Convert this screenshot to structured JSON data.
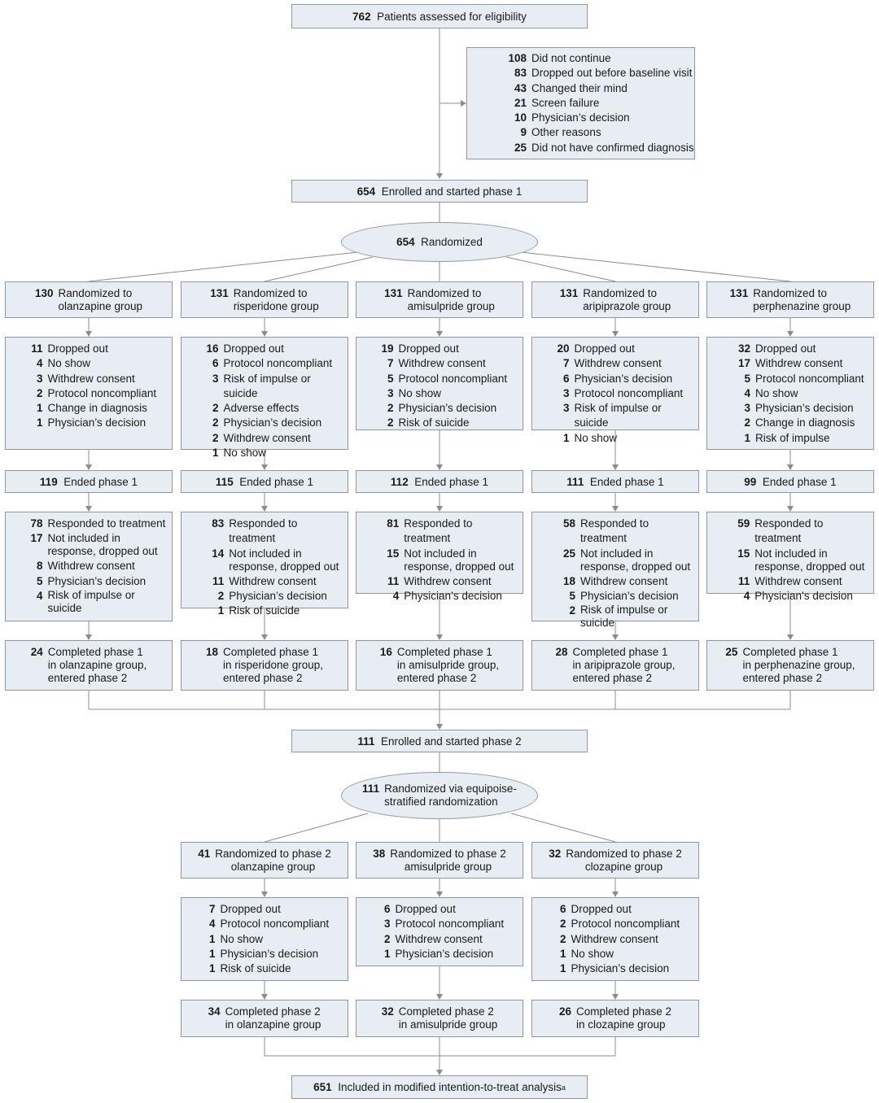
{
  "top": {
    "assessed": {
      "n": "762",
      "text": "Patients assessed for eligibility"
    },
    "exclusion": {
      "rows": [
        {
          "n": "108",
          "text": "Did not continue",
          "level": 0
        },
        {
          "n": "83",
          "text": "Dropped out before baseline visit",
          "level": 1
        },
        {
          "n": "43",
          "text": "Changed their mind",
          "level": 2
        },
        {
          "n": "21",
          "text": "Screen failure",
          "level": 2
        },
        {
          "n": "10",
          "text": "Physician’s decision",
          "level": 2
        },
        {
          "n": "9",
          "text": "Other reasons",
          "level": 2
        },
        {
          "n": "25",
          "text": "Did not have confirmed diagnosis",
          "level": 1
        }
      ]
    },
    "enrolled1": {
      "n": "654",
      "text": "Enrolled and started phase 1"
    },
    "randomized1": {
      "n": "654",
      "text": "Randomized"
    }
  },
  "phase1": {
    "groups": [
      {
        "randomized": {
          "n": "130",
          "l1": "Randomized to",
          "l2": "olanzapine group"
        },
        "dropped": [
          {
            "n": "11",
            "t": "Dropped out",
            "sub": false
          },
          {
            "n": "4",
            "t": "No show",
            "sub": true
          },
          {
            "n": "3",
            "t": "Withdrew consent",
            "sub": true
          },
          {
            "n": "2",
            "t": "Protocol noncompliant",
            "sub": true
          },
          {
            "n": "1",
            "t": "Change in diagnosis",
            "sub": true
          },
          {
            "n": "1",
            "t": "Physician’s decision",
            "sub": true
          }
        ],
        "ended": {
          "n": "119",
          "text": "Ended phase 1"
        },
        "response": [
          {
            "n": "78",
            "t": "Responded to treatment",
            "lvl": 0
          },
          {
            "n": "17",
            "t": "Not included in response, dropped out",
            "lvl": 0
          },
          {
            "n": "8",
            "t": "Withdrew consent",
            "lvl": 1
          },
          {
            "n": "5",
            "t": "Physician’s decision",
            "lvl": 1
          },
          {
            "n": "4",
            "t": "Risk of impulse or suicide",
            "lvl": 1
          }
        ],
        "completed": {
          "n": "24",
          "l1": "Completed phase 1",
          "l2": "in olanzapine group,",
          "l3": "entered phase 2"
        }
      },
      {
        "randomized": {
          "n": "131",
          "l1": "Randomized to",
          "l2": "risperidone group"
        },
        "dropped": [
          {
            "n": "16",
            "t": "Dropped out",
            "sub": false
          },
          {
            "n": "6",
            "t": "Protocol noncompliant",
            "sub": true
          },
          {
            "n": "3",
            "t": "Risk of impulse or suicide",
            "sub": true
          },
          {
            "n": "2",
            "t": "Adverse effects",
            "sub": true
          },
          {
            "n": "2",
            "t": "Physician’s decision",
            "sub": true
          },
          {
            "n": "2",
            "t": "Withdrew consent",
            "sub": true
          },
          {
            "n": "1",
            "t": "No show",
            "sub": true
          }
        ],
        "ended": {
          "n": "115",
          "text": "Ended phase 1"
        },
        "response": [
          {
            "n": "83",
            "t": "Responded to treatment",
            "lvl": 0
          },
          {
            "n": "14",
            "t": "Not included in response, dropped out",
            "lvl": 0
          },
          {
            "n": "11",
            "t": "Withdrew consent",
            "lvl": 1
          },
          {
            "n": "2",
            "t": "Physician’s decision",
            "lvl": 1
          },
          {
            "n": "1",
            "t": "Risk of suicide",
            "lvl": 1
          }
        ],
        "completed": {
          "n": "18",
          "l1": "Completed phase 1",
          "l2": "in risperidone group,",
          "l3": "entered phase 2"
        }
      },
      {
        "randomized": {
          "n": "131",
          "l1": "Randomized to",
          "l2": "amisulpride group"
        },
        "dropped": [
          {
            "n": "19",
            "t": "Dropped out",
            "sub": false
          },
          {
            "n": "7",
            "t": "Withdrew consent",
            "sub": true
          },
          {
            "n": "5",
            "t": "Protocol noncompliant",
            "sub": true
          },
          {
            "n": "3",
            "t": "No show",
            "sub": true
          },
          {
            "n": "2",
            "t": "Physician’s decision",
            "sub": true
          },
          {
            "n": "2",
            "t": "Risk of suicide",
            "sub": true
          }
        ],
        "ended": {
          "n": "112",
          "text": "Ended phase 1"
        },
        "response": [
          {
            "n": "81",
            "t": "Responded to treatment",
            "lvl": 0
          },
          {
            "n": "15",
            "t": "Not included in response, dropped out",
            "lvl": 0
          },
          {
            "n": "11",
            "t": "Withdrew consent",
            "lvl": 1
          },
          {
            "n": "4",
            "t": "Physician’s decision",
            "lvl": 1
          }
        ],
        "completed": {
          "n": "16",
          "l1": "Completed phase 1",
          "l2": "in amisulpride group,",
          "l3": "entered phase 2"
        }
      },
      {
        "randomized": {
          "n": "131",
          "l1": "Randomized to",
          "l2": "aripiprazole group"
        },
        "dropped": [
          {
            "n": "20",
            "t": "Dropped out",
            "sub": false
          },
          {
            "n": "7",
            "t": "Withdrew consent",
            "sub": true
          },
          {
            "n": "6",
            "t": "Physician’s decision",
            "sub": true
          },
          {
            "n": "3",
            "t": "Protocol noncompliant",
            "sub": true
          },
          {
            "n": "3",
            "t": "Risk of impulse or suicide",
            "sub": true
          },
          {
            "n": "1",
            "t": "No show",
            "sub": true
          }
        ],
        "ended": {
          "n": "111",
          "text": "Ended phase 1"
        },
        "response": [
          {
            "n": "58",
            "t": "Responded to treatment",
            "lvl": 0
          },
          {
            "n": "25",
            "t": "Not included in response, dropped out",
            "lvl": 0
          },
          {
            "n": "18",
            "t": "Withdrew consent",
            "lvl": 1
          },
          {
            "n": "5",
            "t": "Physician’s decision",
            "lvl": 1
          },
          {
            "n": "2",
            "t": "Risk of impulse or suicide",
            "lvl": 1
          }
        ],
        "completed": {
          "n": "28",
          "l1": "Completed phase 1",
          "l2": "in aripiprazole group,",
          "l3": "entered phase 2"
        }
      },
      {
        "randomized": {
          "n": "131",
          "l1": "Randomized to",
          "l2": "perphenazine group"
        },
        "dropped": [
          {
            "n": "32",
            "t": "Dropped out",
            "sub": false
          },
          {
            "n": "17",
            "t": "Withdrew consent",
            "sub": true
          },
          {
            "n": "5",
            "t": "Protocol noncompliant",
            "sub": true
          },
          {
            "n": "4",
            "t": "No show",
            "sub": true
          },
          {
            "n": "3",
            "t": "Physician’s decision",
            "sub": true
          },
          {
            "n": "2",
            "t": "Change in diagnosis",
            "sub": true
          },
          {
            "n": "1",
            "t": "Risk of impulse",
            "sub": true
          }
        ],
        "ended": {
          "n": "99",
          "text": "Ended phase 1"
        },
        "response": [
          {
            "n": "59",
            "t": "Responded to treatment",
            "lvl": 0
          },
          {
            "n": "15",
            "t": "Not included in response, dropped out",
            "lvl": 0
          },
          {
            "n": "11",
            "t": "Withdrew consent",
            "lvl": 1
          },
          {
            "n": "4",
            "t": "Physician’s decision",
            "lvl": 1
          }
        ],
        "completed": {
          "n": "25",
          "l1": "Completed phase 1",
          "l2": "in perphenazine group,",
          "l3": "entered phase 2"
        }
      }
    ]
  },
  "middle": {
    "enrolled2": {
      "n": "111",
      "text": "Enrolled and started phase 2"
    },
    "randomized2": {
      "n": "111",
      "l1": "Randomized via equipoise-",
      "l2": "stratified randomization"
    }
  },
  "phase2": {
    "groups": [
      {
        "randomized": {
          "n": "41",
          "l1": "Randomized to phase 2",
          "l2": "olanzapine group"
        },
        "dropped": [
          {
            "n": "7",
            "t": "Dropped out",
            "sub": false
          },
          {
            "n": "4",
            "t": "Protocol noncompliant",
            "sub": true
          },
          {
            "n": "1",
            "t": "No show",
            "sub": true
          },
          {
            "n": "1",
            "t": "Physician’s decision",
            "sub": true
          },
          {
            "n": "1",
            "t": "Risk of suicide",
            "sub": true
          }
        ],
        "completed": {
          "n": "34",
          "l1": "Completed phase 2",
          "l2": "in olanzapine group"
        }
      },
      {
        "randomized": {
          "n": "38",
          "l1": "Randomized to phase 2",
          "l2": "amisulpride group"
        },
        "dropped": [
          {
            "n": "6",
            "t": "Dropped out",
            "sub": false
          },
          {
            "n": "3",
            "t": "Protocol noncompliant",
            "sub": true
          },
          {
            "n": "2",
            "t": "Withdrew consent",
            "sub": true
          },
          {
            "n": "1",
            "t": "Physician’s decision",
            "sub": true
          }
        ],
        "completed": {
          "n": "32",
          "l1": "Completed phase 2",
          "l2": "in amisulpride group"
        }
      },
      {
        "randomized": {
          "n": "32",
          "l1": "Randomized to phase 2",
          "l2": "clozapine group"
        },
        "dropped": [
          {
            "n": "6",
            "t": "Dropped out",
            "sub": false
          },
          {
            "n": "2",
            "t": "Protocol noncompliant",
            "sub": true
          },
          {
            "n": "2",
            "t": "Withdrew consent",
            "sub": true
          },
          {
            "n": "1",
            "t": "No show",
            "sub": true
          },
          {
            "n": "1",
            "t": "Physician’s decision",
            "sub": true
          }
        ],
        "completed": {
          "n": "26",
          "l1": "Completed phase 2",
          "l2": "in clozapine group"
        }
      }
    ]
  },
  "final": {
    "n": "651",
    "text": "Included in modified intention-to-treat analysis",
    "note": "a"
  },
  "colors": {
    "box_fill": "#e8edf3",
    "box_border": "#8e98a2",
    "line": "#8c8c8c"
  }
}
